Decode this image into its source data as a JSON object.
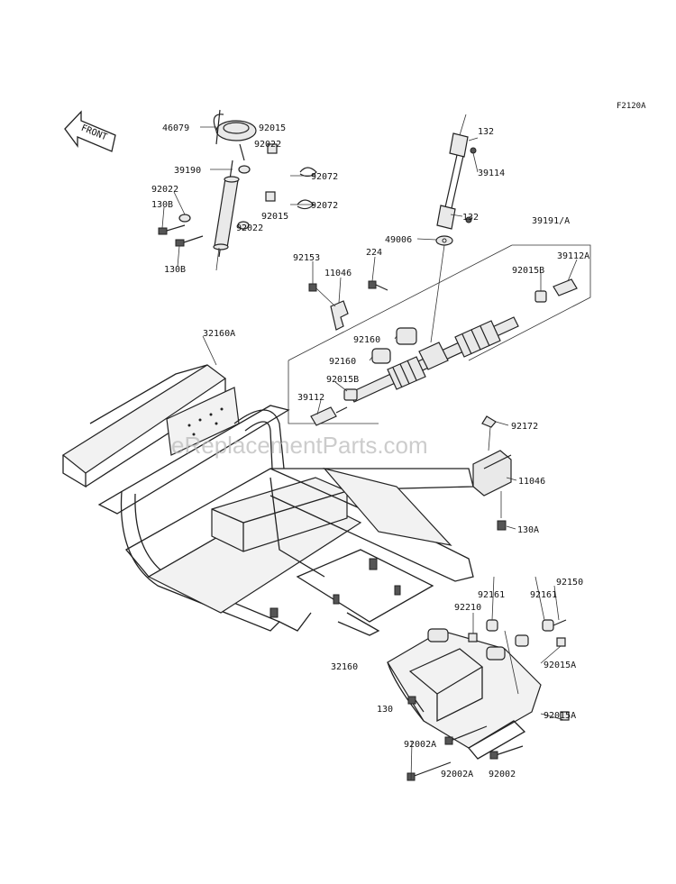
{
  "diagram": {
    "figure_code": "F2120A",
    "front_label": "FRONT",
    "watermark": "eReplacementParts.com",
    "labels": {
      "p46079": "46079",
      "p92015_top": "92015",
      "p92022_a": "92022",
      "p39190": "39190",
      "p92072_a": "92072",
      "p92022_b": "92022",
      "p92072_b": "92072",
      "p130b_a": "130B",
      "p92015_mid": "92015",
      "p92022_c": "92022",
      "p130b_b": "130B",
      "p132_a": "132",
      "p39114": "39114",
      "p132_b": "132",
      "p49006": "49006",
      "p39191a": "39191/A",
      "p39112a": "39112A",
      "p224": "224",
      "p92153": "92153",
      "p11046_a": "11046",
      "p92015b_a": "92015B",
      "p32160a": "32160A",
      "p92160_a": "92160",
      "p92160_b": "92160",
      "p92015b_b": "92015B",
      "p39112": "39112",
      "p92172": "92172",
      "p11046_b": "11046",
      "p130a": "130A",
      "p92150": "92150",
      "p92161_a": "92161",
      "p92161_b": "92161",
      "p92210": "92210",
      "p32160": "32160",
      "p92015a_a": "92015A",
      "p130": "130",
      "p92015a_b": "92015A",
      "p92002a_a": "92002A",
      "p92002a_b": "92002A",
      "p92002": "92002"
    }
  }
}
